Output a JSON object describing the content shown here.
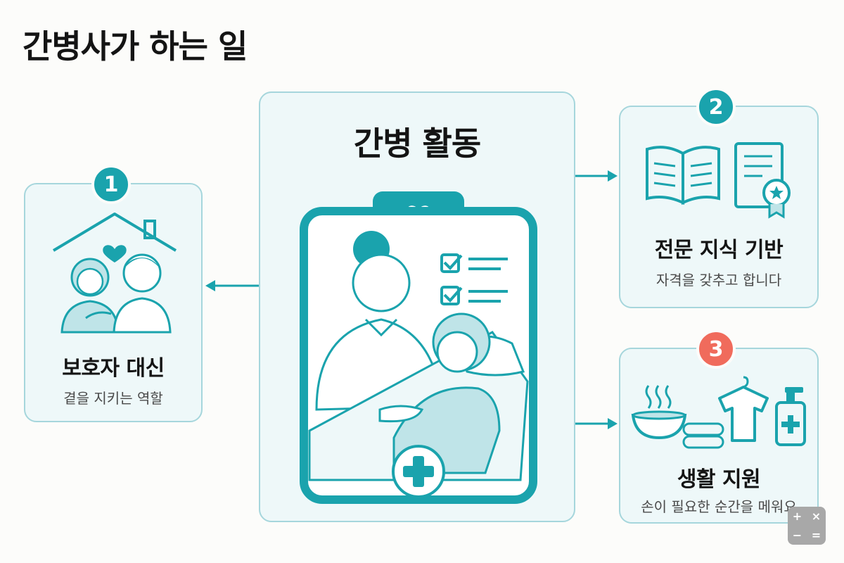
{
  "title": "간병사가 하는 일",
  "center": {
    "title": "간병 활동"
  },
  "cards": [
    {
      "number": "1",
      "title": "보호자 대신",
      "subtitle": "곁을 지키는 역할"
    },
    {
      "number": "2",
      "title": "전문 지식 기반",
      "subtitle": "자격을 갖추고 합니다"
    },
    {
      "number": "3",
      "title": "생활 지원",
      "subtitle": "손이 필요한 순간을 메워요"
    }
  ],
  "colors": {
    "teal": "#1aa3ad",
    "teal_light": "#bfe4e8",
    "coral": "#f06b5c",
    "card_bg": "#eef8f9",
    "card_border": "#a6d6dc"
  },
  "icons": [
    "house-heart-icon",
    "book-icon",
    "certificate-icon",
    "clipboard-icon",
    "heart-icon",
    "plus-icon",
    "checkbox-icon",
    "bowl-icon",
    "towel-icon",
    "shirt-icon",
    "pump-bottle-icon"
  ],
  "widget": {
    "plus": "+",
    "times": "×",
    "minus": "−",
    "equals": "="
  }
}
